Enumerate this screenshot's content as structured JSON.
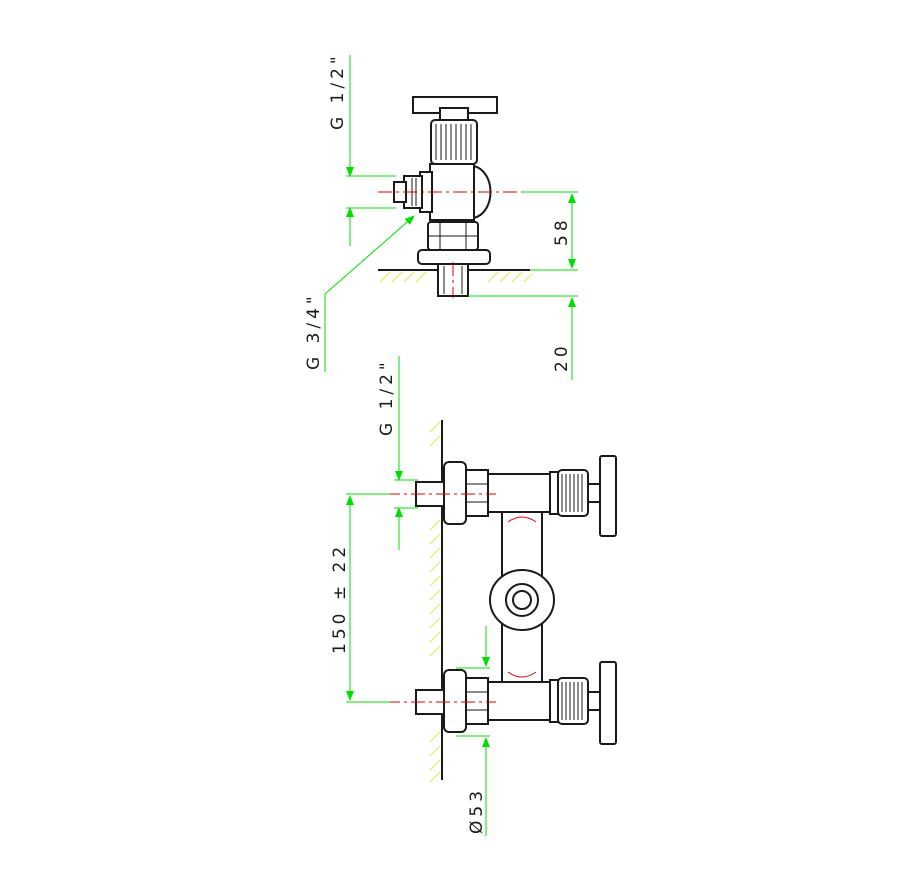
{
  "colors": {
    "outline": "#1a1a1a",
    "dimension": "#00e000",
    "centerline": "#e00000",
    "wall_hatch": "#e6e64a"
  },
  "side_view": {
    "inlet_thread_label": "G 1/2\"",
    "outlet_thread_label": "G 3/4\"",
    "height_dim_label": "58",
    "depth_dim_label": "20"
  },
  "front_view": {
    "inlet_thread_label": "G 1/2\"",
    "spacing_dim_label": "150 ± 22",
    "flange_diameter_label": "Ø53"
  }
}
